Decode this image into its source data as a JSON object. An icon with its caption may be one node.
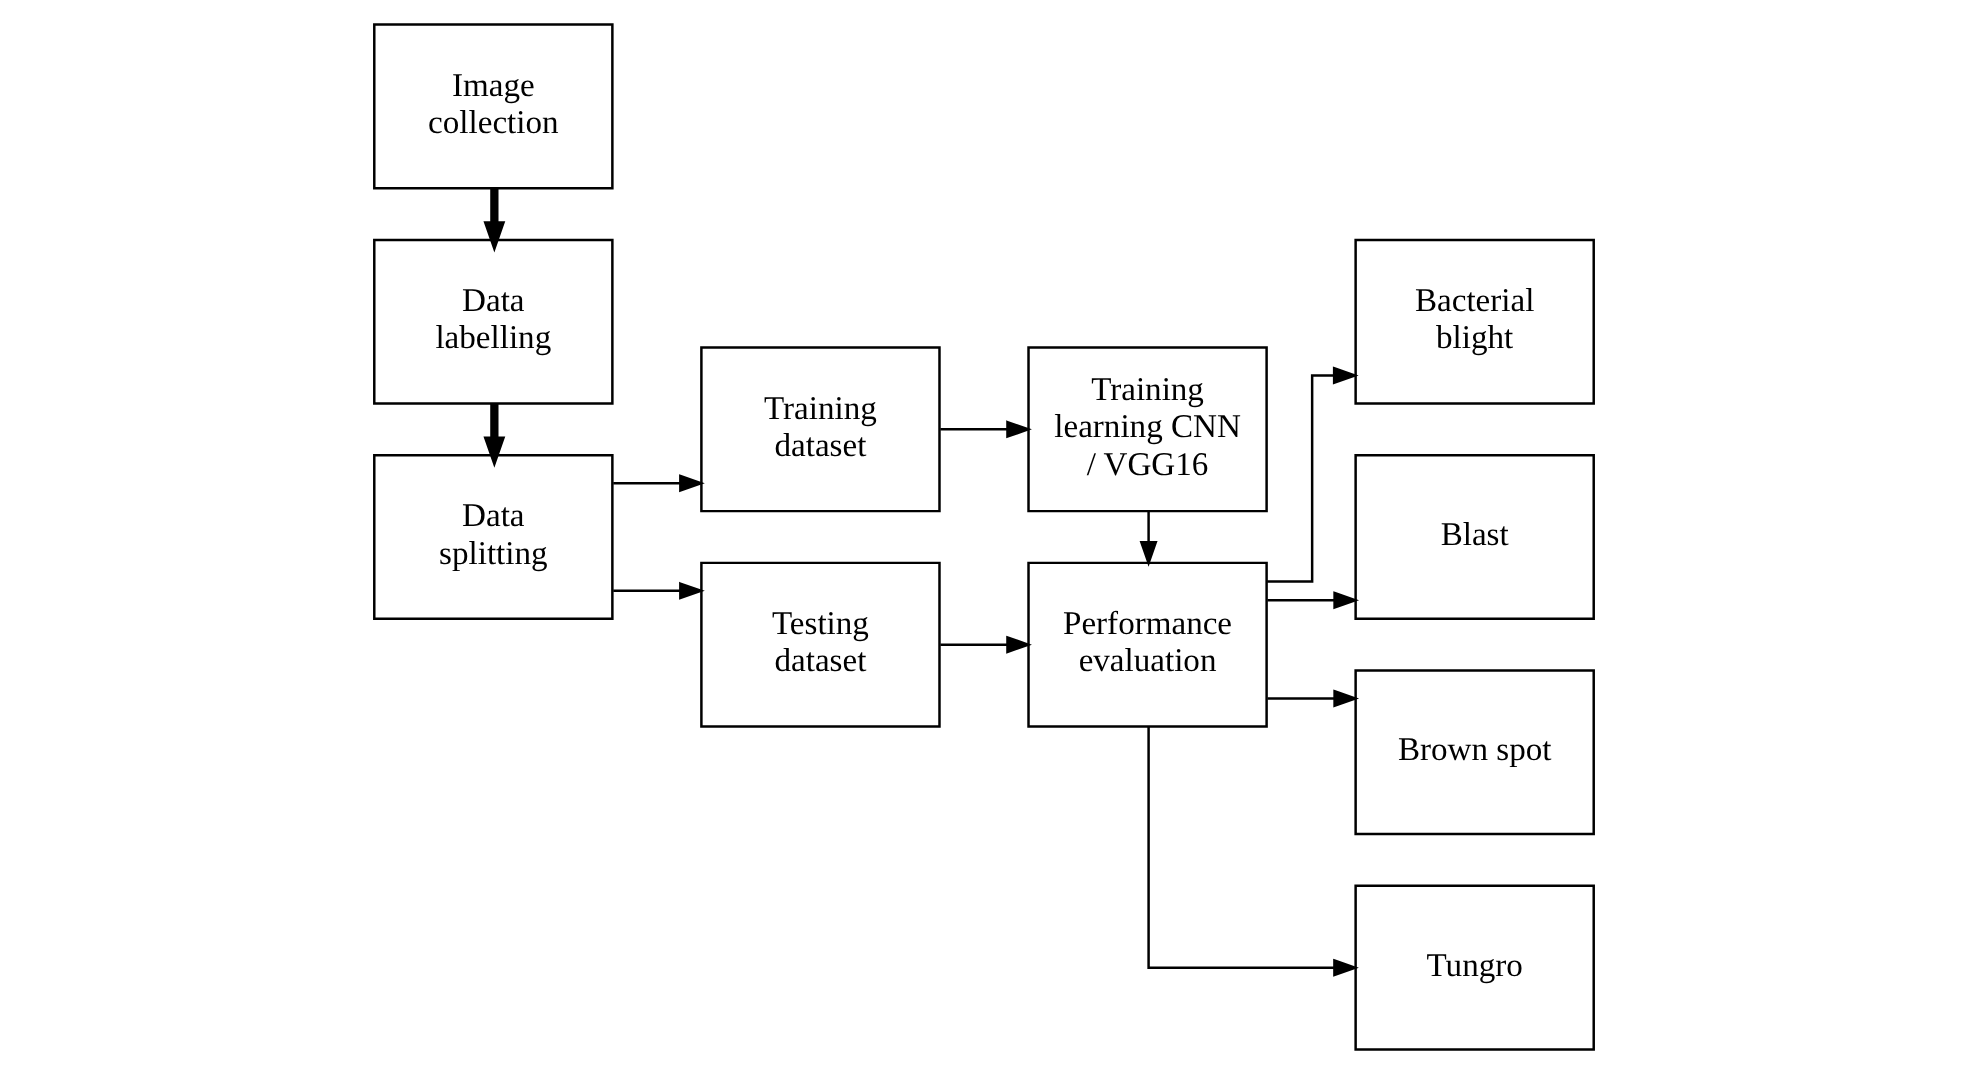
{
  "diagram": {
    "nodes": [
      {
        "text": [
          "Image collection"
        ]
      },
      {
        "text": [
          "Data labelling"
        ]
      },
      {
        "text": [
          "Data splitting"
        ]
      },
      {
        "text": [
          "Training dataset"
        ]
      },
      {
        "text": [
          "Testing dataset"
        ]
      },
      {
        "text": [
          "Training learning CNN / VGG16"
        ]
      },
      {
        "text": [
          "Performance evaluation"
        ]
      },
      {
        "text": [
          "Bacterial blight"
        ]
      },
      {
        "text": [
          "Blast"
        ]
      },
      {
        "text": [
          "Brown spot"
        ]
      },
      {
        "text": [
          "Tungro"
        ]
      }
    ],
    "edges": [
      {
        "from": 0,
        "to": 1,
        "arrow": "to",
        "style": "thick"
      },
      {
        "from": 1,
        "to": 2,
        "arrow": "to",
        "style": "thick"
      },
      {
        "from": 2,
        "to": 3,
        "arrow": "to"
      },
      {
        "from": 2,
        "to": 4,
        "arrow": "to"
      },
      {
        "from": 3,
        "to": 5,
        "arrow": "to"
      },
      {
        "from": 4,
        "to": 6,
        "arrow": "to"
      },
      {
        "from": 5,
        "to": 6,
        "arrow": "to"
      },
      {
        "from": 6,
        "to": 7,
        "arrow": "to"
      },
      {
        "from": 6,
        "to": 8,
        "arrow": "to"
      },
      {
        "from": 6,
        "to": 9,
        "arrow": "to"
      },
      {
        "from": 6,
        "to": 10,
        "arrow": "to"
      }
    ]
  }
}
